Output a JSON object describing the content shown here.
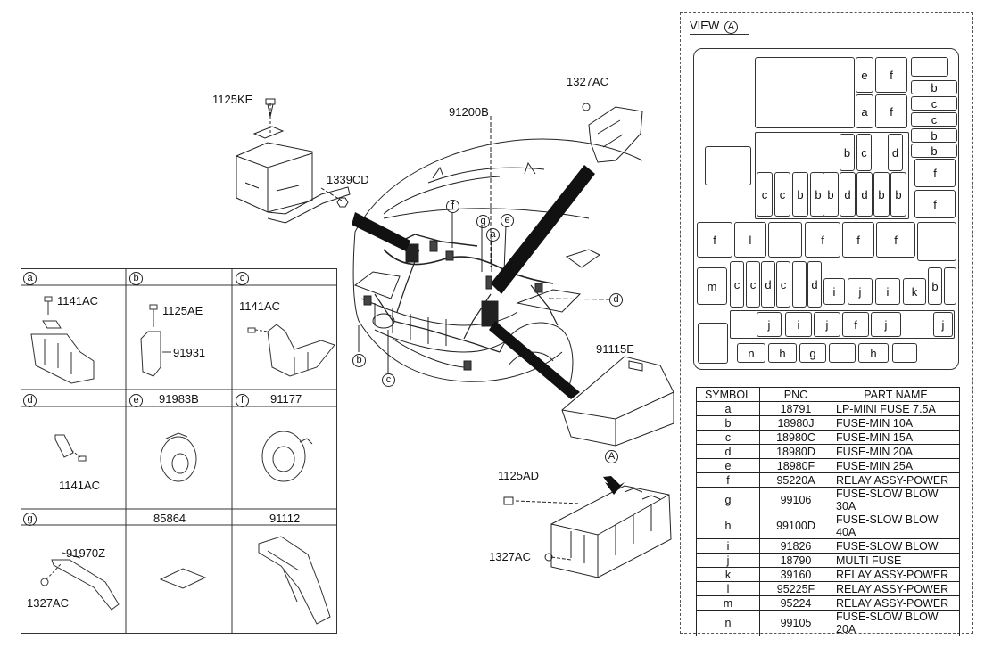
{
  "view_title": "VIEW",
  "view_marker": "A",
  "main_callouts": {
    "c1125ke": "1125KE",
    "c1327ac_top": "1327AC",
    "c91200b": "91200B",
    "c1339cd": "1339CD",
    "c91115e": "91115E",
    "c1125ad": "1125AD",
    "c1327ac_bottom": "1327AC",
    "marker_a": "A",
    "letters": {
      "f": "f",
      "g": "g",
      "a": "a",
      "e": "e",
      "d": "d",
      "b": "b",
      "c": "c"
    }
  },
  "insets": {
    "a": {
      "letter": "a",
      "pn": "1141AC"
    },
    "b": {
      "letter": "b",
      "pn1": "1125AE",
      "pn2": "91931"
    },
    "c": {
      "letter": "c",
      "pn": "1141AC"
    },
    "d": {
      "letter": "d",
      "pn": "1141AC"
    },
    "e": {
      "letter": "e",
      "pn": "91983B"
    },
    "f": {
      "letter": "f",
      "pn": "91177"
    },
    "g": {
      "letter": "g",
      "pn1": "91970Z",
      "pn2": "1327AC"
    },
    "h": {
      "pn": "85864"
    },
    "i": {
      "pn": "91112"
    }
  },
  "view_cells": {
    "e1": "e",
    "f1": "f",
    "a1": "a",
    "f2": "f",
    "b1": "b",
    "c1": "c",
    "c2": "c",
    "b2": "b",
    "b3": "b",
    "f3": "f",
    "f4": "f",
    "b4": "b",
    "c3": "c",
    "d1": "d",
    "r1c": "c",
    "r1c2": "c",
    "r1b": "b",
    "r1b2": "b",
    "r1d": "d",
    "r1d2": "d",
    "r1b3": "b",
    "r1b4": "b",
    "r2f": "f",
    "r2l": "l",
    "r2f2": "f",
    "r2f3": "f",
    "r2f4": "f",
    "r3m": "m",
    "r3c": "c",
    "r3c2": "c",
    "r3d": "d",
    "r3c3": "c",
    "r3d2": "d",
    "r3i": "i",
    "r3j": "j",
    "r3i2": "i",
    "r3k": "k",
    "r3b": "b",
    "r4j": "j",
    "r4i": "i",
    "r4j2": "j",
    "r4f": "f",
    "r4j3": "j",
    "r4j4": "j",
    "r5n": "n",
    "r5h": "h",
    "r5g": "g",
    "r5h2": "h"
  },
  "parts_table": {
    "headers": [
      "SYMBOL",
      "PNC",
      "PART NAME"
    ],
    "rows": [
      [
        "a",
        "18791",
        "LP-MINI FUSE 7.5A"
      ],
      [
        "b",
        "18980J",
        "FUSE-MIN 10A"
      ],
      [
        "c",
        "18980C",
        "FUSE-MIN 15A"
      ],
      [
        "d",
        "18980D",
        "FUSE-MIN 20A"
      ],
      [
        "e",
        "18980F",
        "FUSE-MIN 25A"
      ],
      [
        "f",
        "95220A",
        "RELAY ASSY-POWER"
      ],
      [
        "g",
        "99106",
        "FUSE-SLOW BLOW 30A"
      ],
      [
        "h",
        "99100D",
        "FUSE-SLOW BLOW 40A"
      ],
      [
        "i",
        "91826",
        "FUSE-SLOW BLOW"
      ],
      [
        "j",
        "18790",
        "MULTI FUSE"
      ],
      [
        "k",
        "39160",
        "RELAY ASSY-POWER"
      ],
      [
        "l",
        "95225F",
        "RELAY ASSY-POWER"
      ],
      [
        "m",
        "95224",
        "RELAY ASSY-POWER"
      ],
      [
        "n",
        "99105",
        "FUSE-SLOW BLOW 20A"
      ]
    ]
  }
}
